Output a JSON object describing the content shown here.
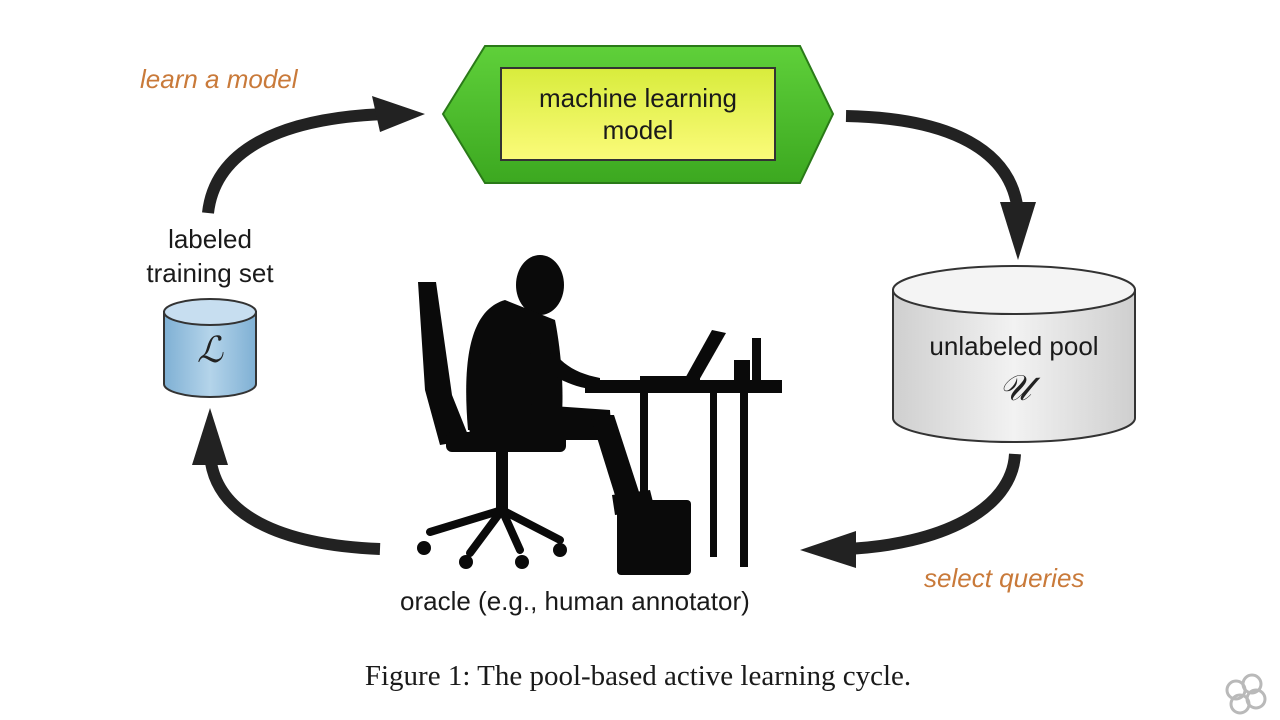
{
  "diagram": {
    "model": {
      "line1": "machine learning",
      "line2": "model"
    },
    "labeled_set": {
      "line1": "labeled",
      "line2": "training set",
      "symbol": "ℒ"
    },
    "unlabeled_pool": {
      "label": "unlabeled pool",
      "symbol": "𝒰"
    },
    "oracle": {
      "label": "oracle (e.g., human annotator)"
    },
    "edges": {
      "learn": "learn a model",
      "select": "select queries"
    }
  },
  "caption": "Figure 1: The pool-based active learning cycle.",
  "colors": {
    "model_outer": "#4cc02c",
    "model_inner_top": "#e8f050",
    "model_inner_bottom": "#f8f870",
    "labeled_db": "#8fbcdc",
    "pool_db": "#e2e2e2",
    "accent": "#c97a3a",
    "arrow": "#222222"
  },
  "icons": {
    "watermark": "flower-logo-icon"
  }
}
